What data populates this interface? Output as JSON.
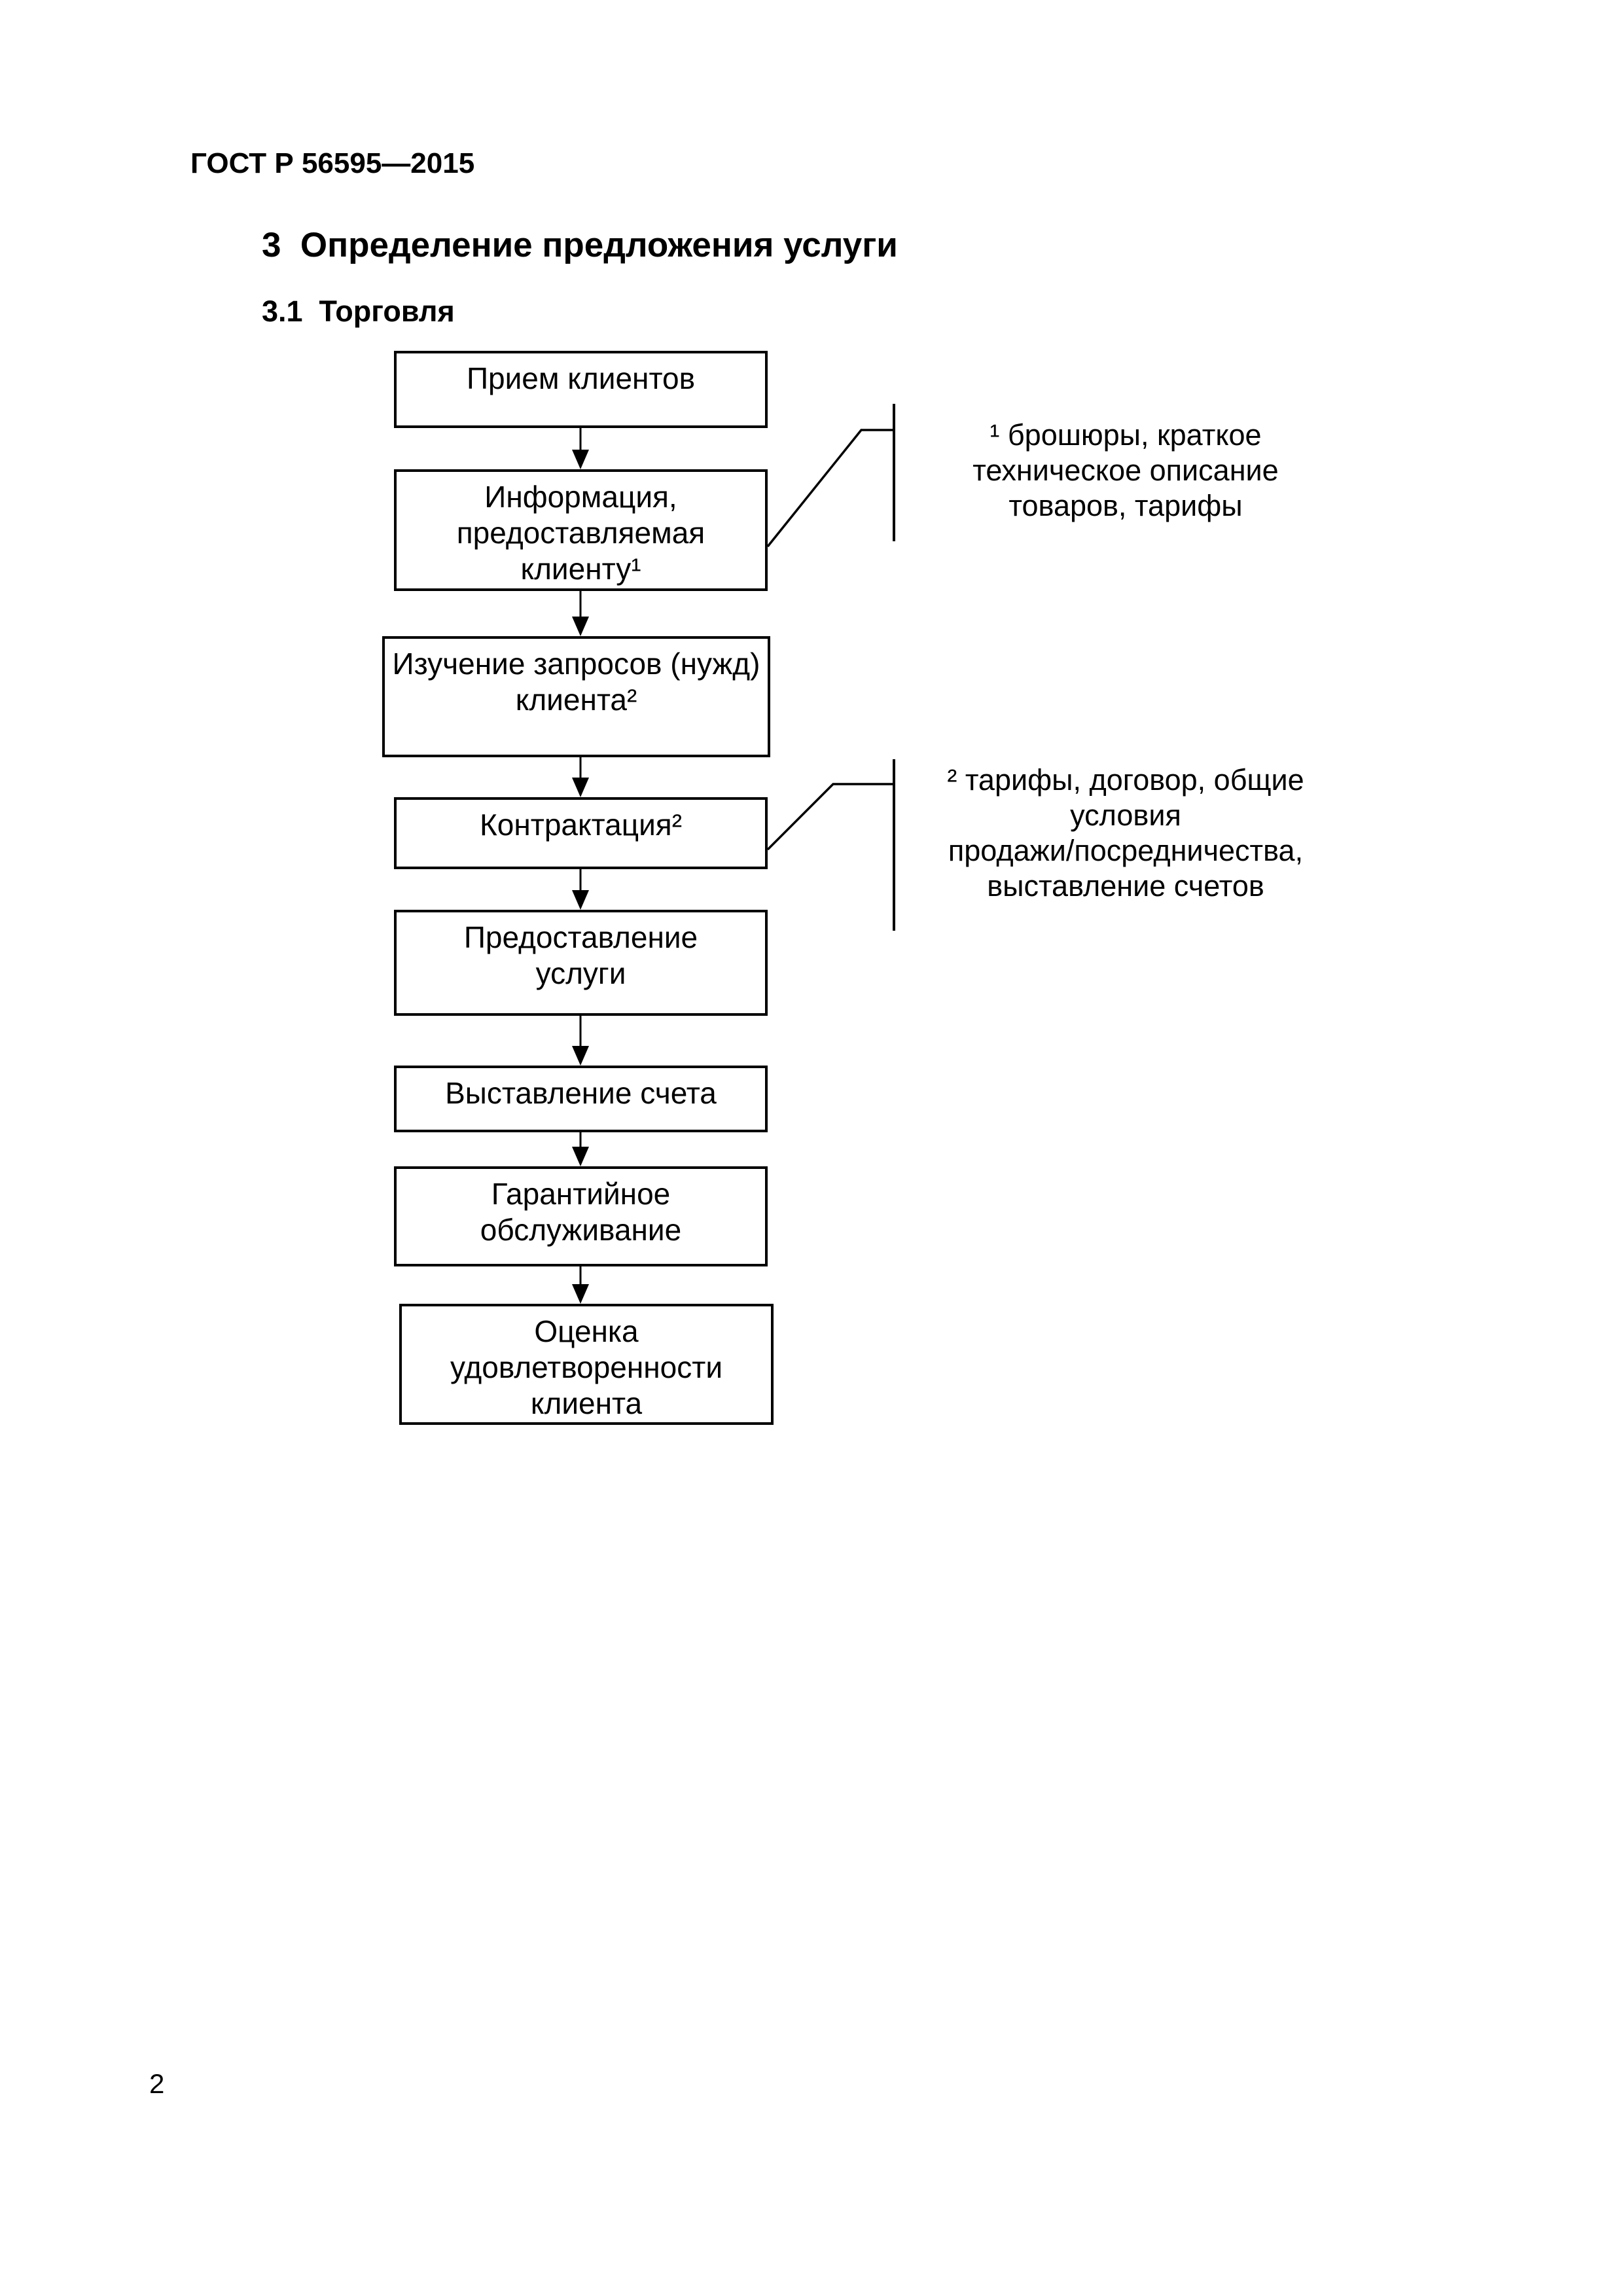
{
  "document": {
    "header": "ГОСТ Р 56595—2015",
    "section_title": "3  Определение предложения услуги",
    "subsection_title": "3.1  Торговля",
    "page_number": "2"
  },
  "flowchart": {
    "boxes": [
      {
        "label": "Прием клиентов"
      },
      {
        "label": "Информация,\nпредоставляемая\nклиенту¹"
      },
      {
        "label": "Изучение запросов (нужд)\nклиента²"
      },
      {
        "label": "Контрактация²"
      },
      {
        "label": "Предоставление\nуслуги"
      },
      {
        "label": "Выставление счета"
      },
      {
        "label": "Гарантийное\nобслуживание"
      },
      {
        "label": "Оценка\nудовлетворенности\nклиента"
      }
    ],
    "notes": [
      {
        "label": "¹ брошюры, краткое\nтехническое описание\nтоваров, тарифы"
      },
      {
        "label": "² тарифы, договор, общие\nусловия\nпродажи/посредничества,\nвыставление счетов"
      }
    ]
  },
  "colors": {
    "ink": "#000000",
    "paper": "#ffffff"
  }
}
